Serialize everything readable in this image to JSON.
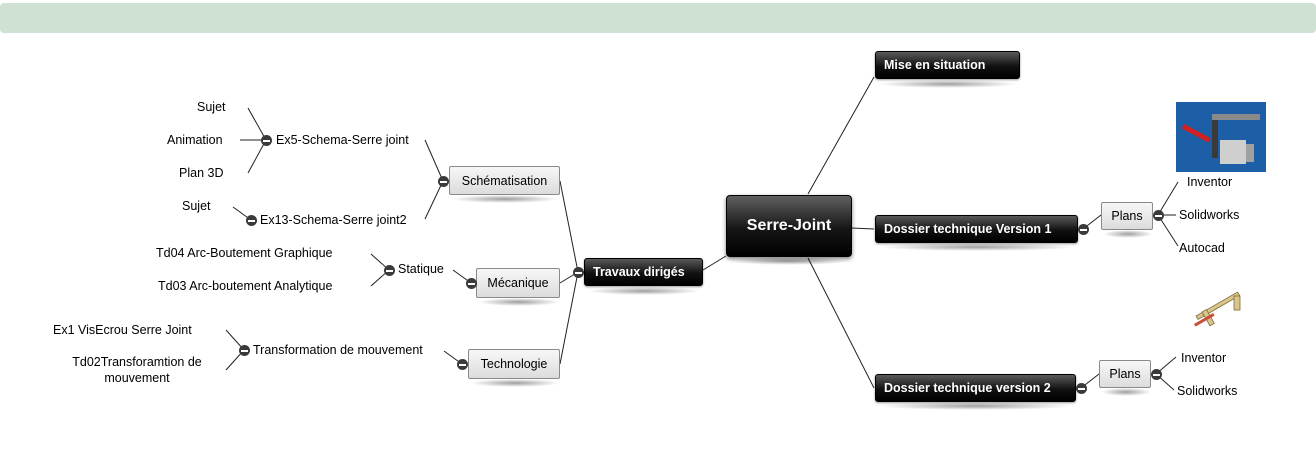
{
  "central": {
    "label": "Serre-Joint"
  },
  "right": {
    "mise_en_situation": "Mise en situation",
    "dossier_v1": {
      "label": "Dossier technique Version 1",
      "plans": "Plans",
      "items": [
        "Inventor",
        "Solidworks",
        "Autocad"
      ]
    },
    "dossier_v2": {
      "label": "Dossier technique version 2",
      "plans": "Plans",
      "items": [
        "Inventor",
        "Solidworks"
      ]
    }
  },
  "left": {
    "travaux": "Travaux dirigés",
    "schematisation": {
      "label": "Schématisation",
      "ex5": {
        "label": "Ex5-Schema-Serre joint",
        "items": [
          "Sujet",
          "Animation",
          "Plan 3D"
        ]
      },
      "ex13": {
        "label": "Ex13-Schema-Serre joint2",
        "items": [
          "Sujet"
        ]
      }
    },
    "mecanique": {
      "label": "Mécanique",
      "statique": {
        "label": "Statique",
        "items": [
          "Td04 Arc-Boutement Graphique",
          "Td03 Arc-boutement Analytique"
        ]
      }
    },
    "technologie": {
      "label": "Technologie",
      "transformation": {
        "label": "Transformation de mouvement",
        "items": [
          "Ex1 VisEcrou Serre Joint",
          "Td02Transforamtion de mouvement"
        ]
      }
    }
  },
  "colors": {
    "topbar": "#cfe1d3",
    "node_dark": "#111111",
    "node_light": "#dcdcdc",
    "line": "#222222"
  }
}
